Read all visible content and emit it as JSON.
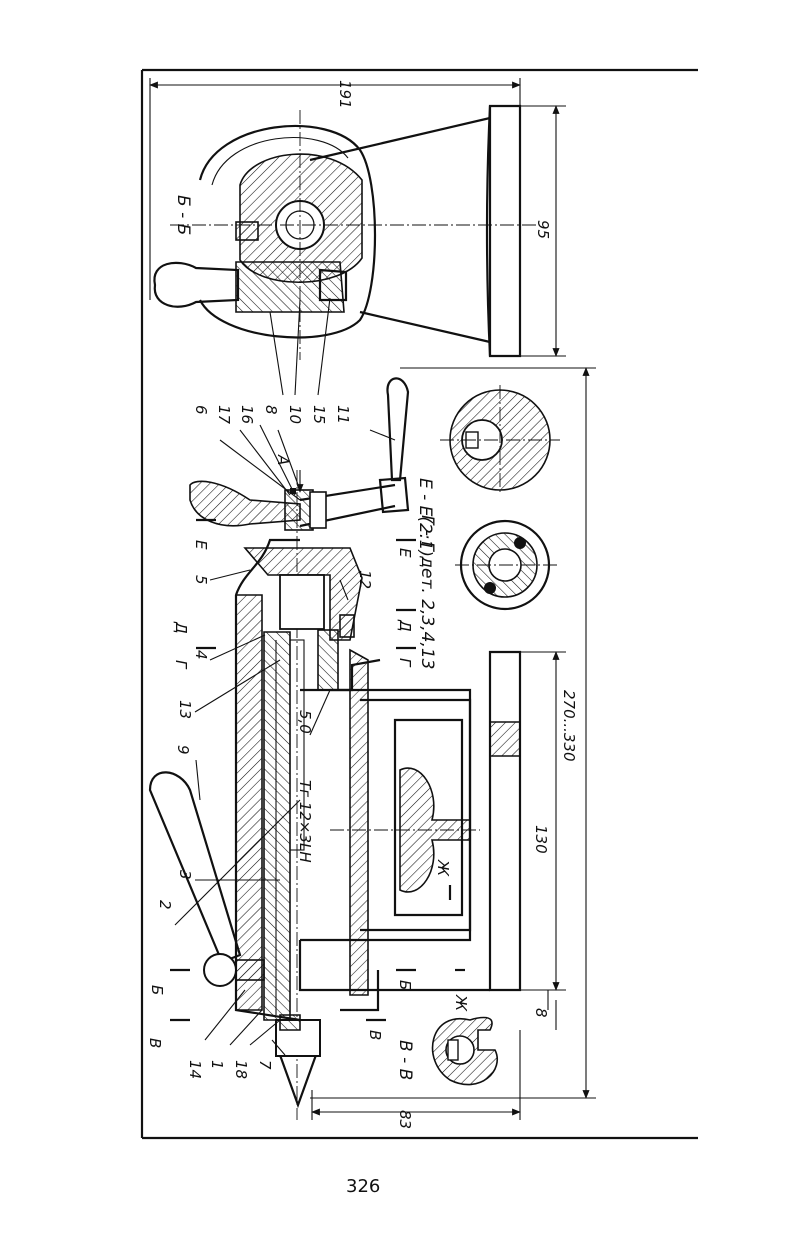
{
  "page_number": "326",
  "callouts_bottom": [
    "14",
    "1",
    "18",
    "7"
  ],
  "callouts_left": [
    "2",
    "3",
    "13",
    "4",
    "5"
  ],
  "callouts_top": [
    "9",
    "6",
    "17",
    "16",
    "8",
    "10",
    "15",
    "11"
  ],
  "callouts_mid": [
    "12",
    "5,0"
  ],
  "view_A": "A",
  "section_BB": "Б - Б",
  "section_VV": "В - В",
  "section_EE": "Е - Е(2:1)",
  "section_GG": "Г - Г дет. 2,3,4,13",
  "thread_label": "Тг 12×3LH",
  "marks": {
    "V": "В",
    "B": "Б",
    "G": "Г",
    "D": "Д",
    "E": "Е",
    "Zh": "Ж"
  },
  "dimensions": {
    "d191": "191",
    "d95": "95",
    "d270_330": "270...330",
    "d130": "130",
    "d8": "8",
    "d83": "83"
  }
}
